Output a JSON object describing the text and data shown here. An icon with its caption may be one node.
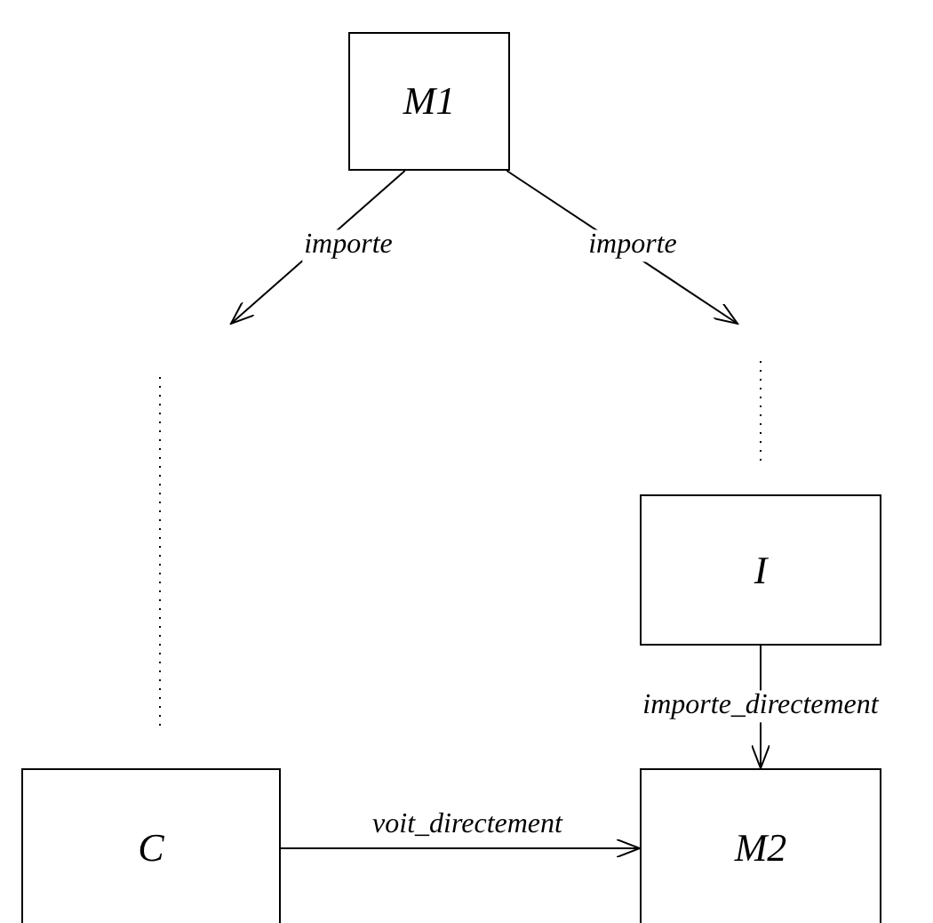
{
  "diagram": {
    "nodes": [
      {
        "text": [
          "M1"
        ]
      },
      {
        "text": [
          "I"
        ]
      },
      {
        "text": [
          "C"
        ]
      },
      {
        "text": [
          "M2"
        ]
      }
    ],
    "edges": [
      {
        "from": 0,
        "to": null,
        "arrow": "to",
        "label": "importe"
      },
      {
        "from": 0,
        "to": null,
        "arrow": "to",
        "label": "importe"
      },
      {
        "from": 1,
        "to": 3,
        "arrow": "to",
        "label": "importe_directement"
      },
      {
        "from": 2,
        "to": 3,
        "arrow": "to",
        "label": "voit_directement"
      }
    ]
  }
}
